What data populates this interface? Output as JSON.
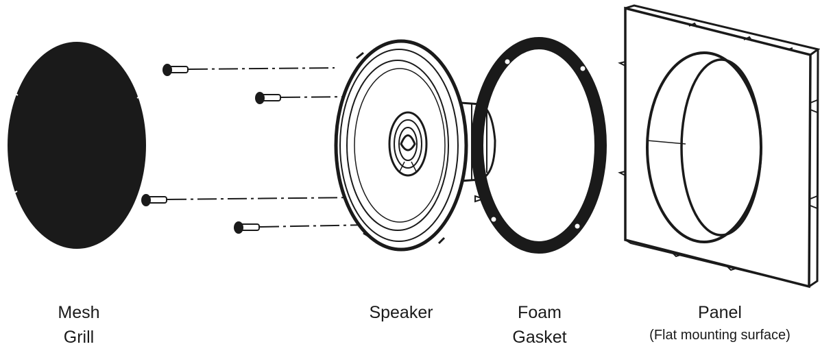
{
  "labels": {
    "mesh_grill": [
      "Mesh",
      "Grill"
    ],
    "speaker": [
      "Speaker"
    ],
    "foam_gasket": [
      "Foam",
      "Gasket"
    ],
    "panel": [
      "Panel",
      "(Flat mounting surface)"
    ]
  },
  "colors": {
    "ink": "#1a1a1a",
    "paper": "#ffffff"
  }
}
